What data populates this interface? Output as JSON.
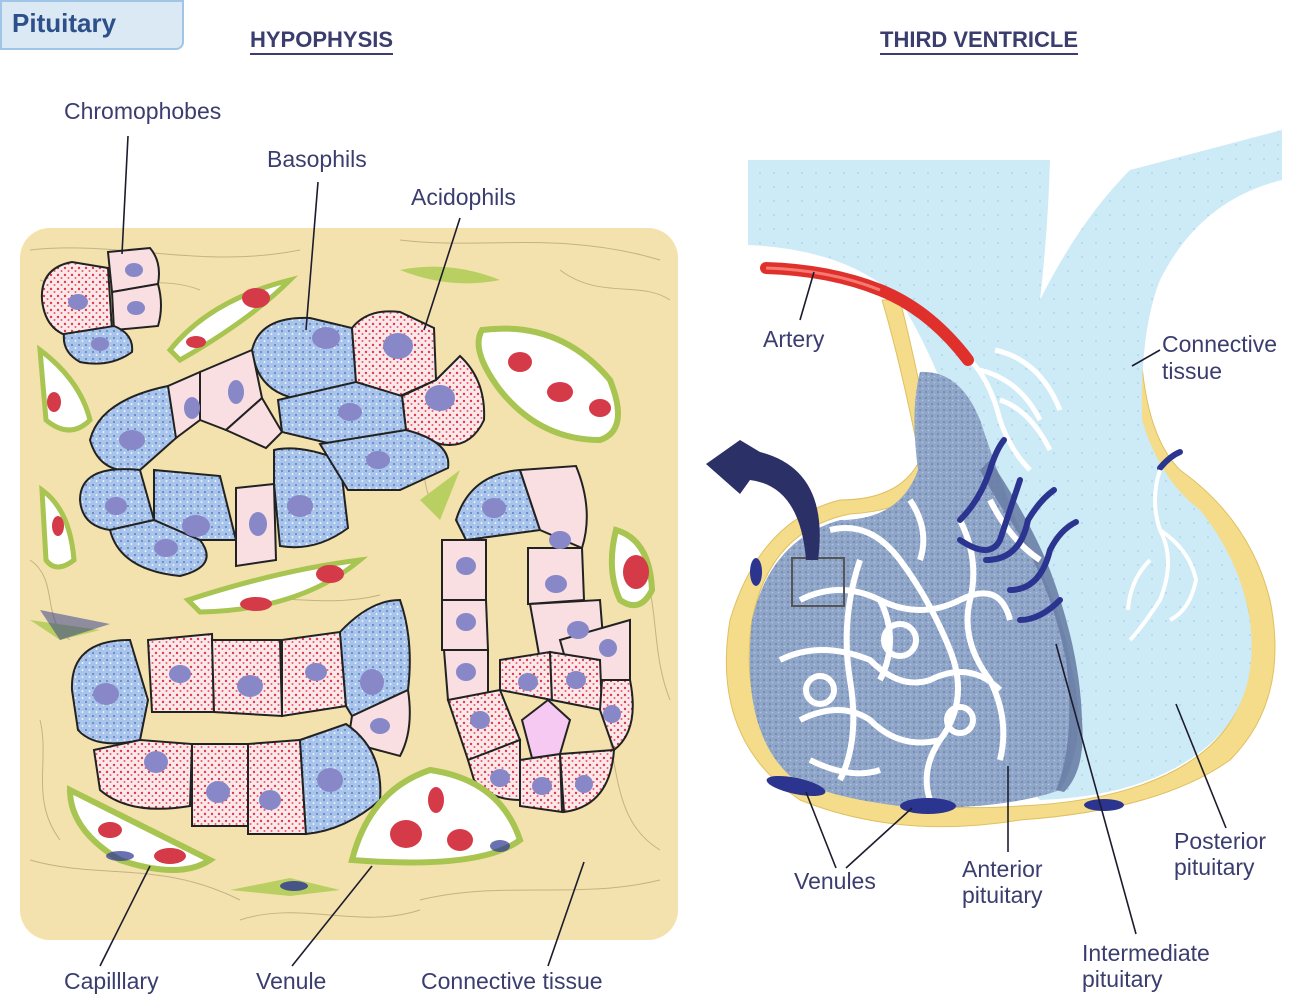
{
  "tab": {
    "title": "Pituitary"
  },
  "headings": {
    "left": "HYPOPHYSIS",
    "right": "THIRD VENTRICLE"
  },
  "labels": {
    "chromophobes": "Chromophobes",
    "basophils": "Basophils",
    "acidophils": "Acidophils",
    "capillary": "Capilllary",
    "venule": "Venule",
    "connective_tissue_bottom": "Connective tissue",
    "artery": "Artery",
    "connective_tissue_right_1": "Connective",
    "connective_tissue_right_2": "tissue",
    "venules": "Venules",
    "anterior_1": "Anterior",
    "anterior_2": "pituitary",
    "posterior_1": "Posterior",
    "posterior_2": "pituitary",
    "intermediate_1": "Intermediate",
    "intermediate_2": "pituitary"
  },
  "colors": {
    "label_text": "#3a3d6e",
    "tissue_bg": "#f3e2ad",
    "basophil": "#a9c4ea",
    "acidophil": "#f7d3d6",
    "chromophobe": "#f9dfe2",
    "nucleus": "#8888c8",
    "capillary_wall": "#c7d97a",
    "red_cell": "#d43a48",
    "venule_blue": "#2b3590",
    "ventricle": "#cdeaf7",
    "anterior": "#8fa6c9",
    "capsule": "#f5dc8a",
    "artery_red": "#e0302c"
  }
}
